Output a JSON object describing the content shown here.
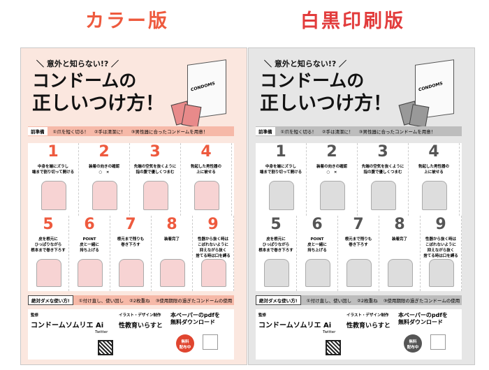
{
  "headers": {
    "color": "カラー版",
    "mono": "白黒印刷版"
  },
  "sheet": {
    "intro": "＼ 意外と知らない!? ／",
    "title1": "コンドームの",
    "title2": "正しいつけ方！",
    "box_label": "CONDOMS",
    "prep_label": "前準備",
    "prep_items": [
      "①爪を短く切る！",
      "②手は清潔に！",
      "③男性器に合ったコンドームを用意！"
    ],
    "steps": [
      {
        "num": "1",
        "text": "中身を端にズラし\n端まで割り切って開ける"
      },
      {
        "num": "2",
        "text": "装着の向きの確認\n○　×"
      },
      {
        "num": "3",
        "text": "先端の空気を抜くように\n指の腹で優しくつまむ"
      },
      {
        "num": "4",
        "text": "勃起した男性器の\n上に被せる"
      },
      {
        "num": "5",
        "text": "皮を根元に\nひっぱりながら\n根本まで巻き下ろす"
      },
      {
        "num": "6",
        "text": "POINT\n皮と一緒に\n持ち上げる"
      },
      {
        "num": "7",
        "text": "根元まで残りも\n巻き下ろす"
      },
      {
        "num": "8",
        "text": "装着完了"
      },
      {
        "num": "9",
        "text": "性器から抜く時は\nこぼれないように\n抑えながら抜く\n捨てる時は口を縛る"
      }
    ],
    "ng_label": "絶対ダメな使い方!",
    "ng_items": [
      "①付け直し、使い回し",
      "②2枚重ね",
      "③使用期限の過ぎたコンドームの使用"
    ],
    "supervisor": "監修",
    "brand": "コンドームソムリエ Ai",
    "design": "イラスト・デザイン制作",
    "site": "性教育いらすと",
    "twitter": "Twitter",
    "cta": "本ペーパーのpdfを\n無料ダウンロード",
    "free": "無料\n配布中"
  },
  "colors": {
    "accent": "#ee5a3e",
    "sheet_color_bg": "#fbe7df",
    "sheet_mono_bg": "#e6e6e6",
    "title_color": "#e0452f"
  }
}
